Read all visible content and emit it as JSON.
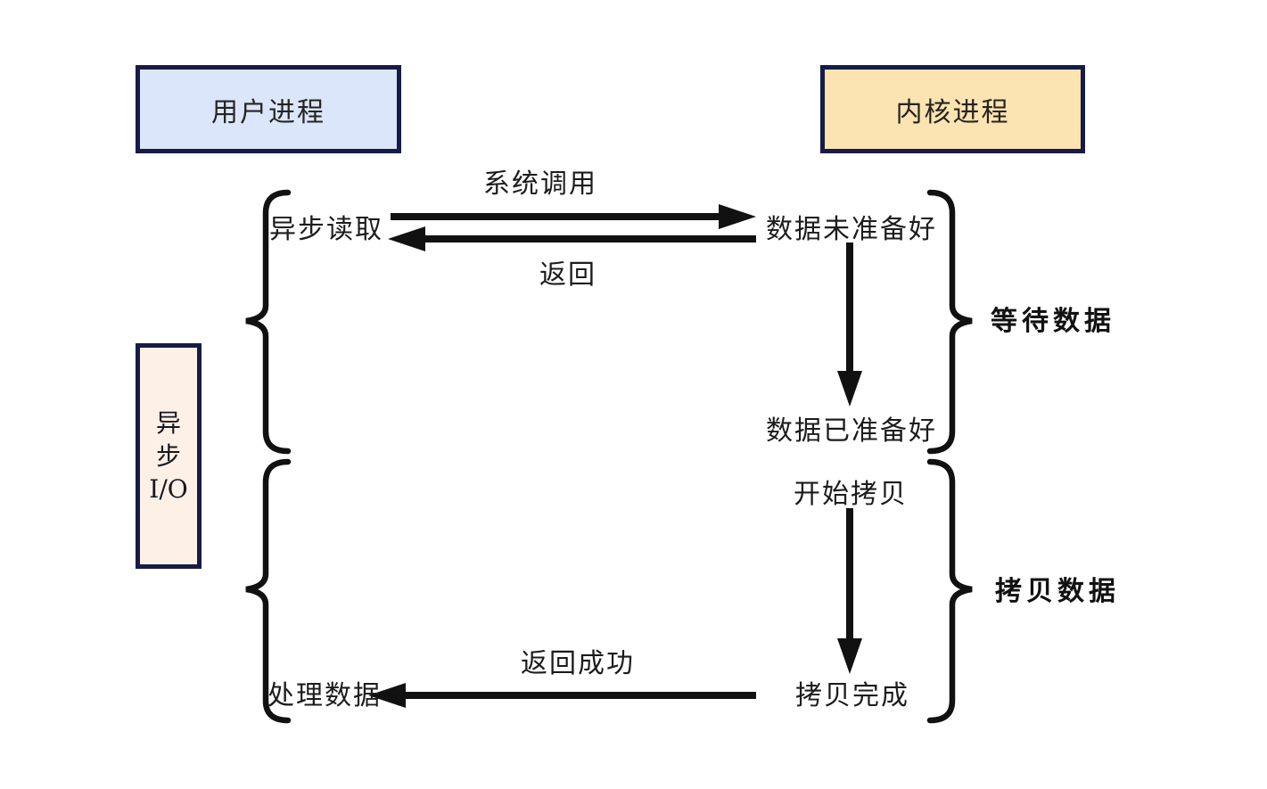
{
  "boxes": {
    "user_process": {
      "label": "用户进程",
      "fill": "#dbe6fb",
      "border": "#161c45"
    },
    "kernel_process": {
      "label": "内核进程",
      "fill": "#fce3b2",
      "border": "#161c45"
    },
    "async_io": {
      "lines": [
        "异",
        "步",
        "I/O"
      ],
      "fill": "#fdf0e6",
      "border": "#161c45"
    }
  },
  "labels": {
    "system_call": "系统调用",
    "async_read": "异步读取",
    "return": "返回",
    "data_not_ready": "数据未准备好",
    "data_ready": "数据已准备好",
    "start_copy": "开始拷贝",
    "copy_done": "拷贝完成",
    "process_data": "处理数据",
    "return_success": "返回成功"
  },
  "phases": {
    "wait_data": "等待数据",
    "copy_data": "拷贝数据"
  },
  "colors": {
    "background": "#ffffff",
    "line": "#111111",
    "text": "#1c1c1c"
  }
}
